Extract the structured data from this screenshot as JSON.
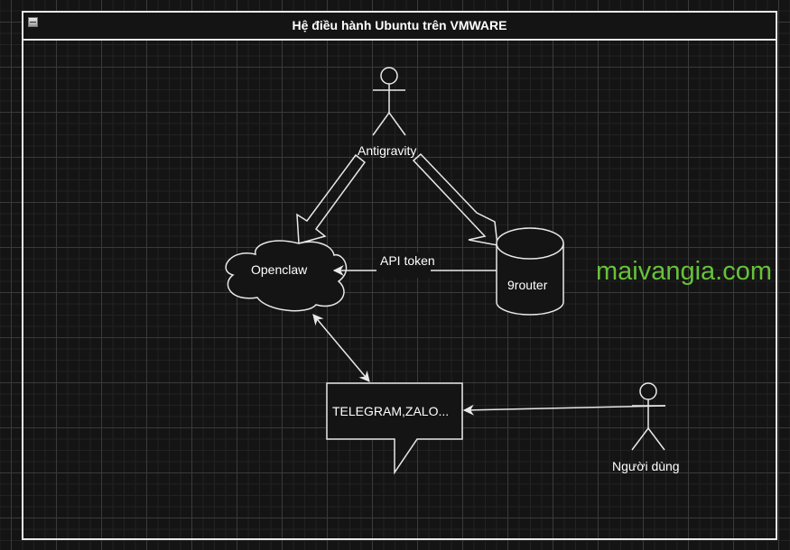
{
  "diagram": {
    "container_title": "Hệ điều hành Ubuntu trên VMWARE",
    "nodes": {
      "antigravity": {
        "label": "Antigravity",
        "shape": "actor"
      },
      "openclaw": {
        "label": "Openclaw",
        "shape": "cloud"
      },
      "router": {
        "label": "9router",
        "shape": "cylinder"
      },
      "messenger": {
        "label": "TELEGRAM,ZALO...",
        "shape": "callout"
      },
      "user": {
        "label": "Người dùng",
        "shape": "actor"
      }
    },
    "edges": [
      {
        "from": "antigravity",
        "to": "openclaw",
        "style": "block-arrow",
        "label": ""
      },
      {
        "from": "antigravity",
        "to": "router",
        "style": "block-arrow",
        "label": ""
      },
      {
        "from": "router",
        "to": "openclaw",
        "style": "arrow",
        "label": "API token"
      },
      {
        "from": "openclaw",
        "to": "messenger",
        "style": "bidirectional-arrow",
        "label": ""
      },
      {
        "from": "user",
        "to": "messenger",
        "style": "arrow",
        "label": ""
      }
    ],
    "watermark": "maivangia.com",
    "colors": {
      "background": "#141414",
      "stroke": "#e8e8e8",
      "watermark": "#67c23a"
    }
  }
}
